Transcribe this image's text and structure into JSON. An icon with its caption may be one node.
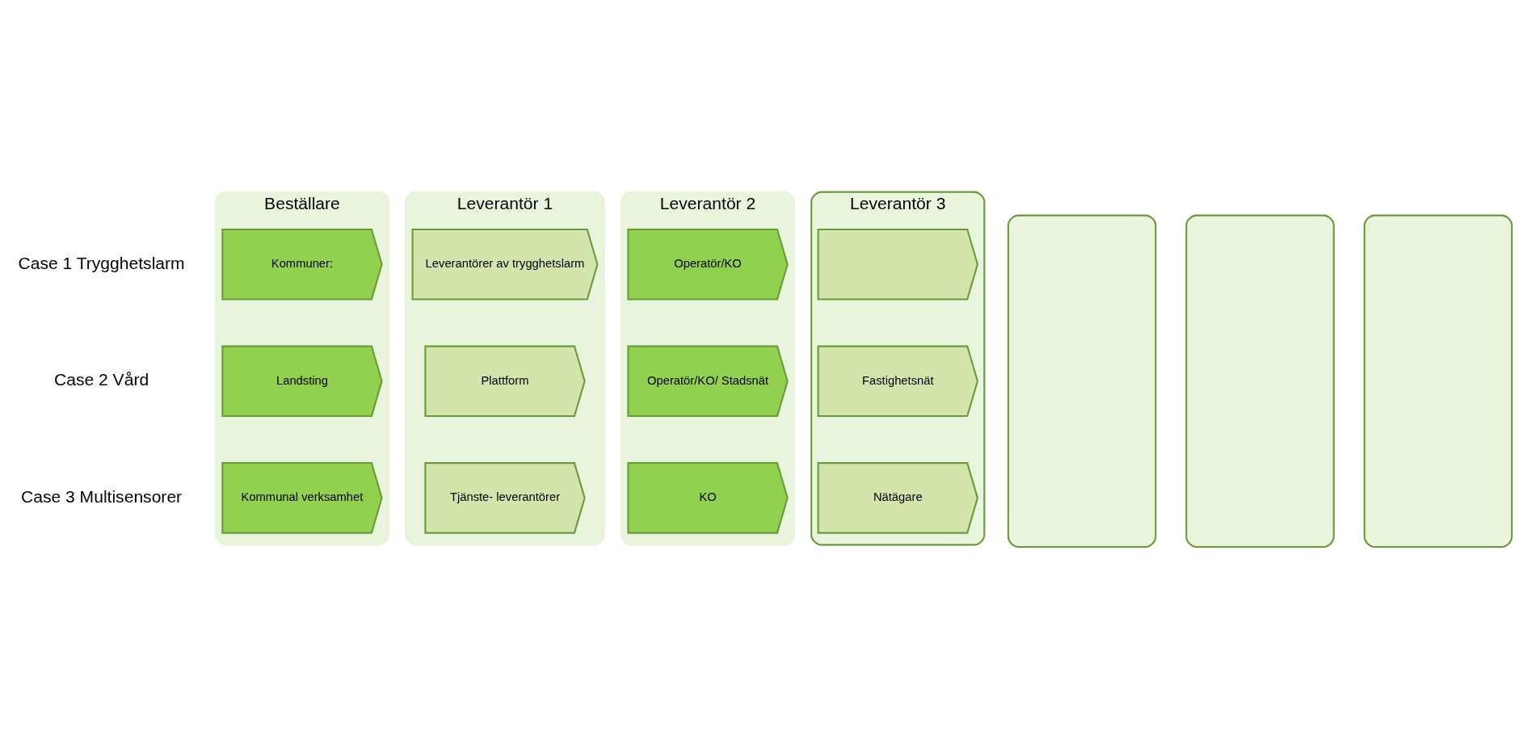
{
  "diagram": {
    "nodes": [
      {
        "text": [
          "Beställare"
        ]
      },
      {
        "text": [
          "Kommuner:"
        ],
        "in": 0
      },
      {
        "text": [
          "Landsting"
        ],
        "in": 0
      },
      {
        "text": [
          "Kommunal verksamhet"
        ],
        "in": 0
      },
      {
        "text": [
          "Leverantör 1"
        ]
      },
      {
        "text": [
          "Leverantörer av trygghetslarm"
        ],
        "in": 4
      },
      {
        "text": [
          "Plattform"
        ],
        "in": 4
      },
      {
        "text": [
          "Tjänste- leverantörer"
        ],
        "in": 4
      },
      {
        "text": [
          "Leverantör 2"
        ]
      },
      {
        "text": [
          "Operatör/KO"
        ],
        "in": 8
      },
      {
        "text": [
          "Operatör/KO/ Stadsnät"
        ],
        "in": 8
      },
      {
        "text": [
          "KO"
        ],
        "in": 8
      },
      {
        "text": [
          "Leverantör 3"
        ]
      },
      {
        "text": [],
        "shape": "chevron",
        "in": 12
      },
      {
        "text": [
          "Fastighetsnät"
        ],
        "in": 12
      },
      {
        "text": [
          "Nätägare"
        ],
        "in": 12
      },
      {
        "text": [],
        "shape": "box"
      },
      {
        "text": [],
        "shape": "box"
      },
      {
        "text": [],
        "shape": "box"
      }
    ],
    "edges": [],
    "labels": [
      "Case 1 Trygghetslarm",
      "Case 2 Vård",
      "Case 3 Multisensorer"
    ]
  }
}
